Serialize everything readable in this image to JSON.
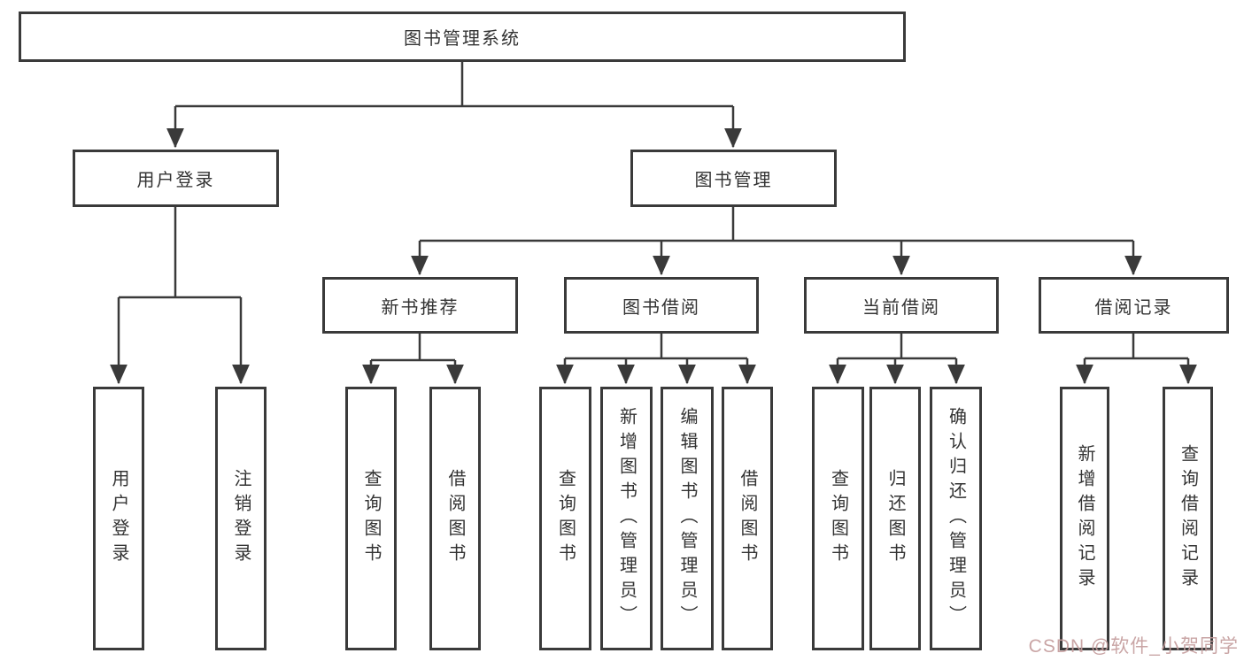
{
  "tree": {
    "root": "图书管理系统",
    "branches": [
      {
        "label": "用户登录",
        "children": [
          "用户登录",
          "注销登录"
        ]
      },
      {
        "label": "图书管理",
        "groups": [
          {
            "label": "新书推荐",
            "children": [
              "查询图书",
              "借阅图书"
            ]
          },
          {
            "label": "图书借阅",
            "children": [
              "查询图书",
              "新增图书（管理员）",
              "编辑图书（管理员）",
              "借阅图书"
            ]
          },
          {
            "label": "当前借阅",
            "children": [
              "查询图书",
              "归还图书",
              "确认归还（管理员）"
            ]
          },
          {
            "label": "借阅记录",
            "children": [
              "新增借阅记录",
              "查询借阅记录"
            ]
          }
        ]
      }
    ]
  },
  "watermark": {
    "text": "CSDN @软件_小贺同学"
  },
  "colors": {
    "line": "#3a3a3a",
    "box_border": "#3a3a3a",
    "text": "#333333",
    "watermark": "#c49c9c",
    "background": "#ffffff"
  }
}
